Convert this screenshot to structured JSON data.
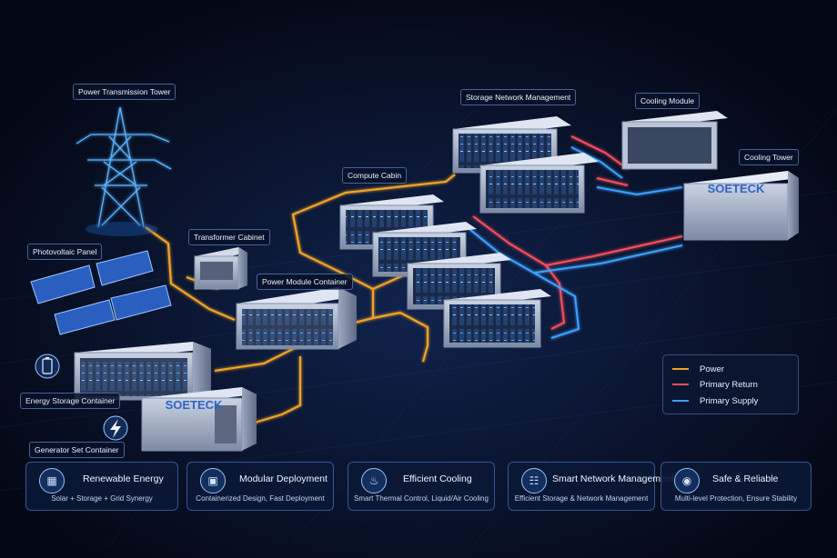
{
  "labels": {
    "tower": "Power Transmission Tower",
    "transformer": "Transformer Cabinet",
    "pv": "Photovoltaic Panel",
    "power_module": "Power Module Container",
    "energy_storage": "Energy Storage Container",
    "generator": "Generator Set Container",
    "compute": "Compute Cabin",
    "storage_network": "Storage Network Management",
    "cooling_module": "Cooling Module",
    "cooling_tower": "Cooling Tower"
  },
  "brand": "SOETECK",
  "legend": [
    {
      "label": "Power",
      "color": "#f0a227"
    },
    {
      "label": "Primary Return",
      "color": "#ff4d5a"
    },
    {
      "label": "Primary Supply",
      "color": "#3da0ff"
    }
  ],
  "features": [
    {
      "title": "Renewable Energy",
      "subtitle": "Solar + Storage + Grid Synergy",
      "icon": "solar-panel-icon"
    },
    {
      "title": "Modular Deployment",
      "subtitle": "Containerized Design, Fast Deployment",
      "icon": "cube-icon"
    },
    {
      "title": "Efficient Cooling",
      "subtitle": "Smart Thermal Control, Liquid/Air Cooling",
      "icon": "flame-icon"
    },
    {
      "title": "Smart Network Management",
      "subtitle": "Efficient Storage & Network Management",
      "icon": "network-icon"
    },
    {
      "title": "Safe & Reliable",
      "subtitle": "Multi-level Protection, Ensure Stability",
      "icon": "lock-icon"
    }
  ],
  "colors": {
    "background": "#050a18",
    "power": "#f0a227",
    "return": "#ff4d5a",
    "supply": "#3da0ff",
    "accent": "#3a8dff"
  }
}
